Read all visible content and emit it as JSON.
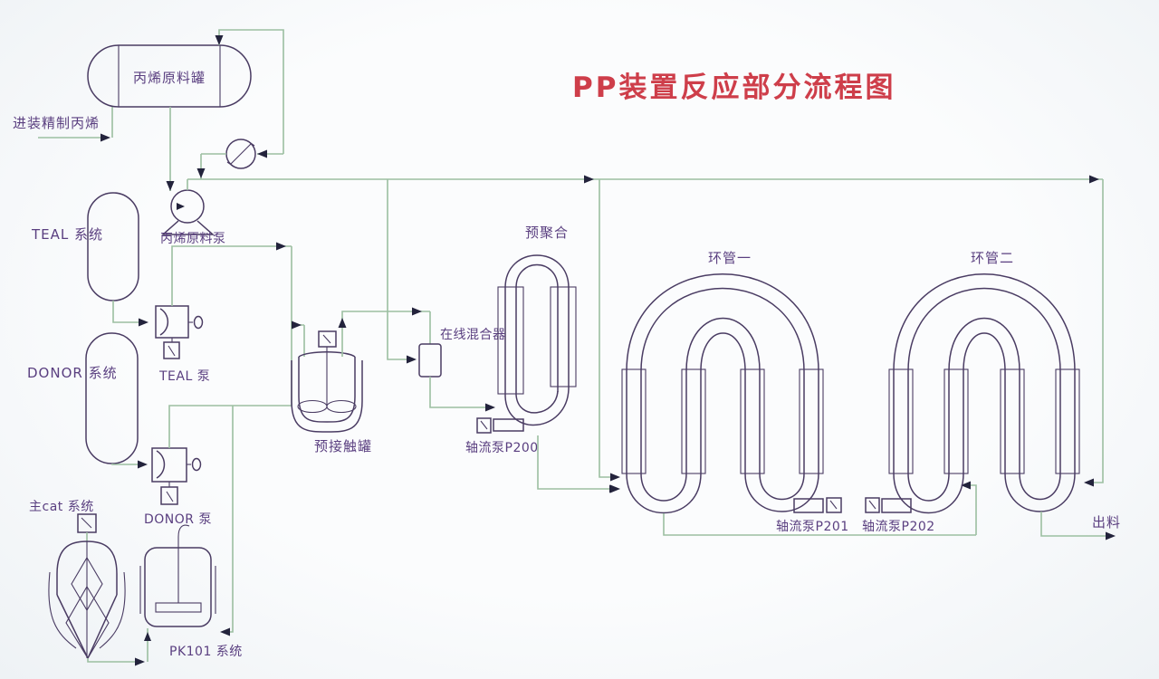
{
  "title": "PP装置反应部分流程图",
  "colors": {
    "background": "#f8fafb",
    "equipment": "#4a3c63",
    "label": "#5a3f80",
    "line": "#9cbfa1",
    "arrow": "#23233c",
    "title": "#ce3e4a"
  },
  "labels": {
    "feed_line": "进装精制丙烯",
    "feed_tank": "丙烯原料罐",
    "feed_pump": "丙烯原料泵",
    "teal_tank": "TEAL 系统",
    "donor_tank": "DONOR 系统",
    "teal_pump": "TEAL 泵",
    "donor_pump": "DONOR 泵",
    "cat_system": "主cat 系统",
    "pk101_system": "PK101 系统",
    "precontact_tank": "预接触罐",
    "inline_mixer": "在线混合器",
    "prepolymerizer": "预聚合",
    "axial_pump_p200": "轴流泵P200",
    "loop_reactor_1": "环管一",
    "loop_reactor_2": "环管二",
    "axial_pump_p201": "轴流泵P201",
    "axial_pump_p202": "轴流泵P202",
    "discharge": "出料"
  }
}
